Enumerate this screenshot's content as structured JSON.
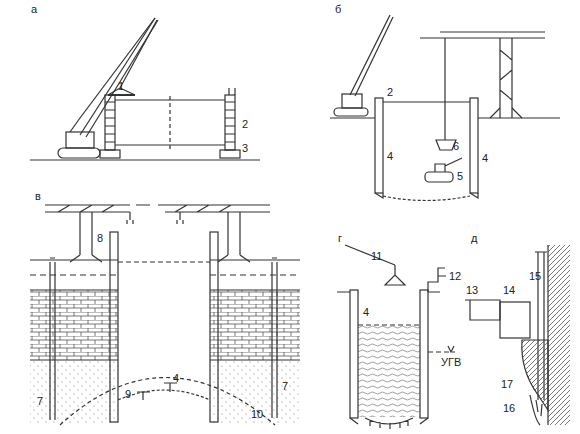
{
  "diagram": {
    "labels": [
      "а",
      "1",
      "2",
      "3",
      "б",
      "2",
      "4",
      "6",
      "5",
      "4",
      "в",
      "8",
      "9",
      "4",
      "7",
      "7",
      "10",
      "г",
      "11",
      "12",
      "4",
      "УГВ",
      "д",
      "13",
      "14",
      "15",
      "17",
      "16"
    ]
  }
}
